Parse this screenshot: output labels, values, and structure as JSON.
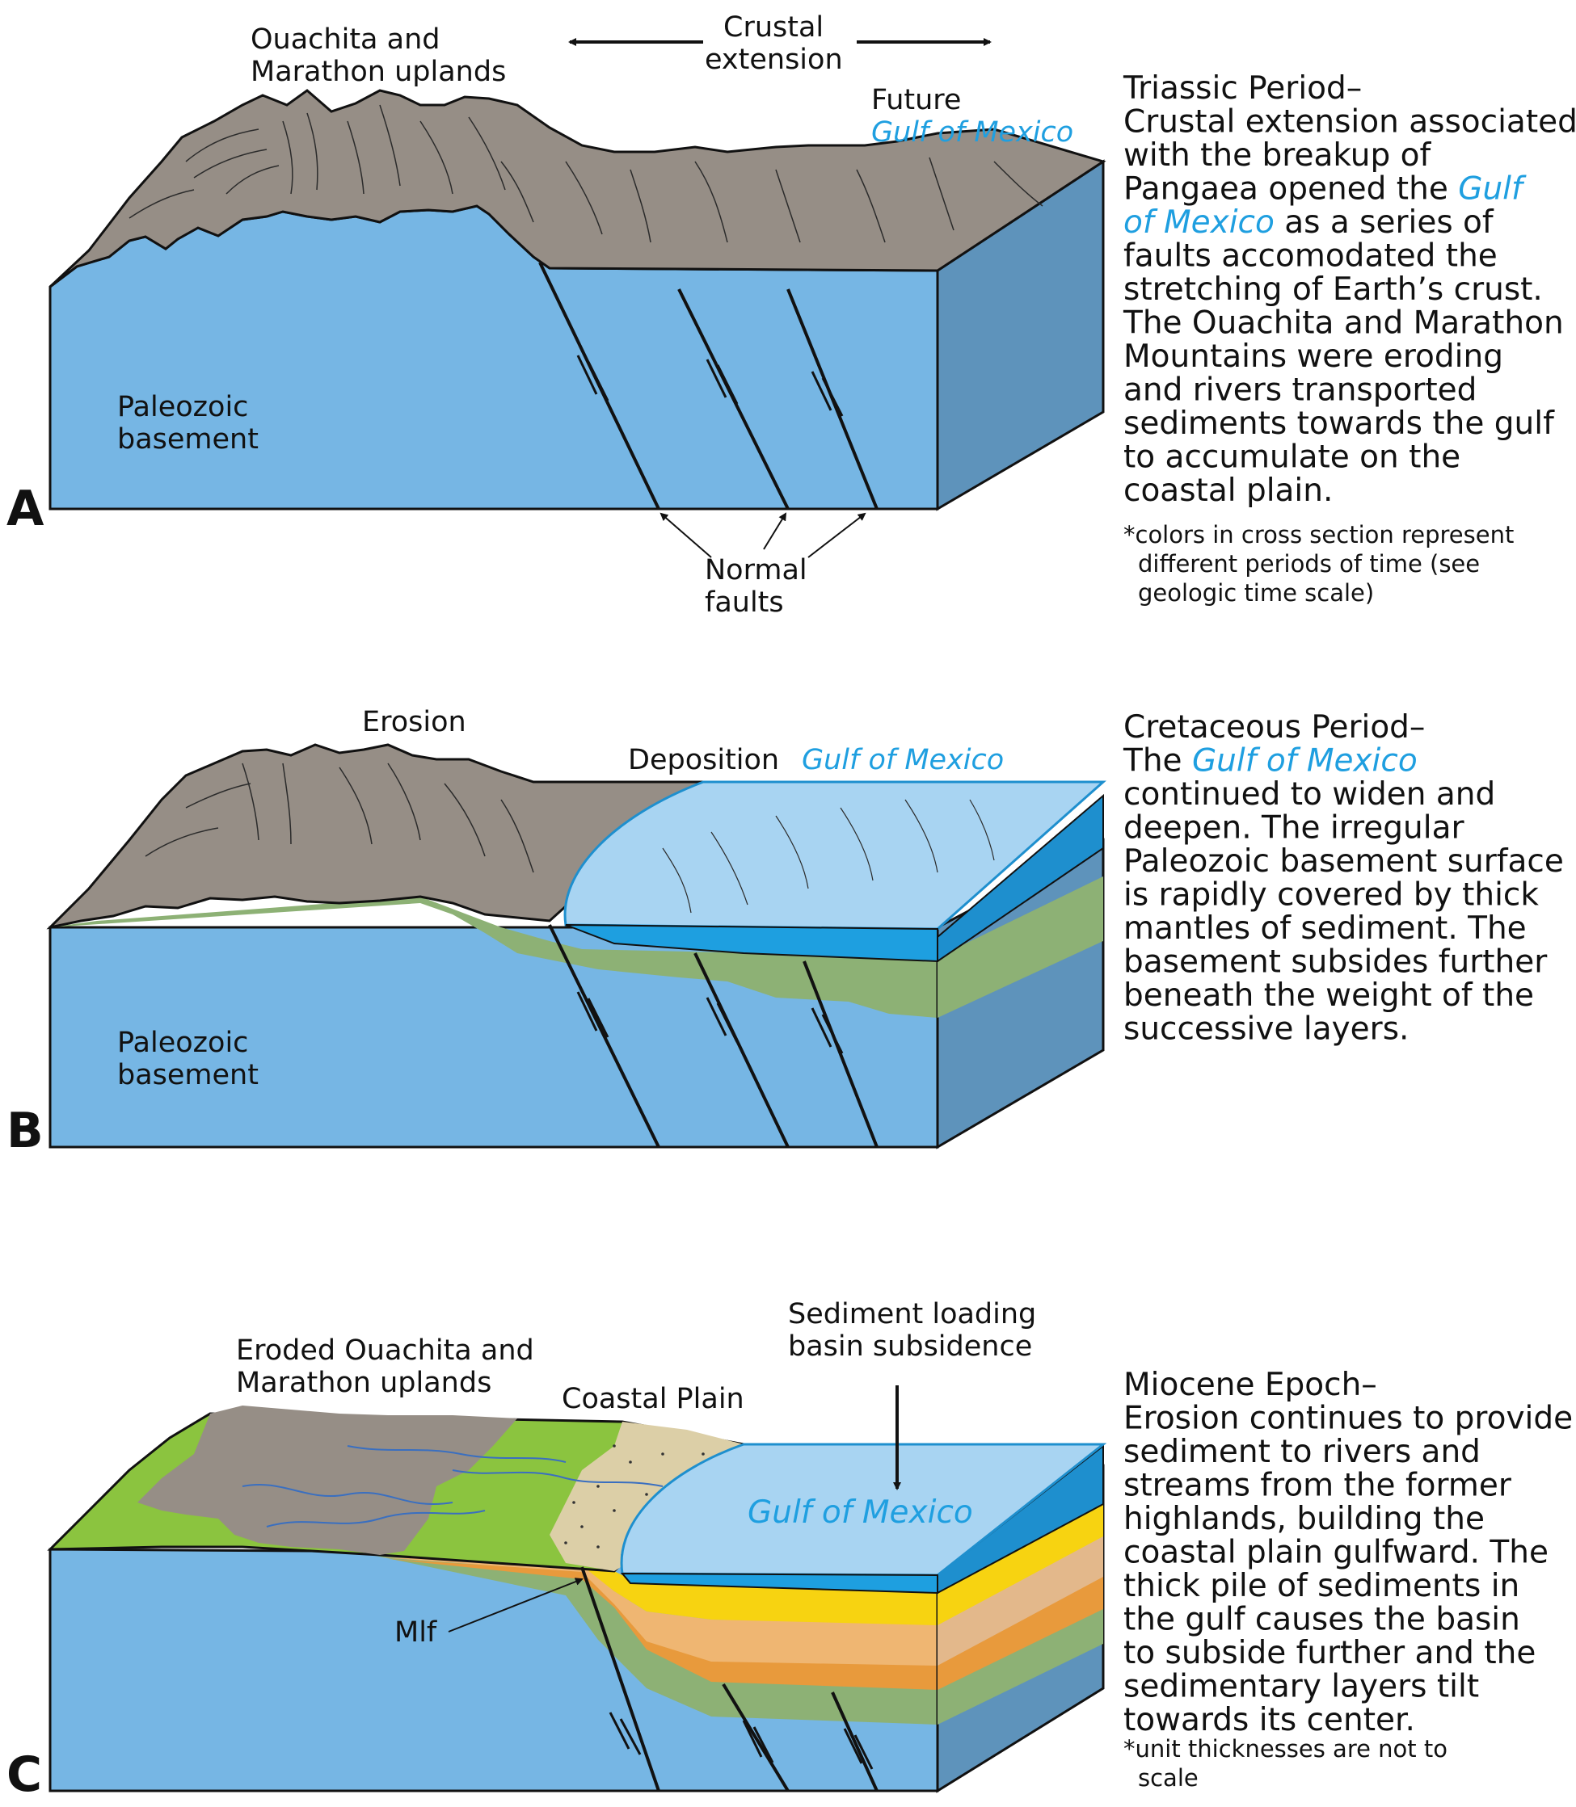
{
  "panels": [
    {
      "letter": "A",
      "labels": {
        "uplands": [
          "Ouachita and",
          "Marathon uplands"
        ],
        "extension": [
          "Crustal",
          "extension"
        ],
        "future": "Future",
        "gulf": "Gulf of Mexico",
        "basement": [
          "Paleozoic",
          "basement"
        ],
        "faults": [
          "Normal",
          "faults"
        ]
      },
      "caption": {
        "lines": [
          [
            {
              "t": "Triassic Period–"
            }
          ],
          [
            {
              "t": "Crustal extension associated"
            }
          ],
          [
            {
              "t": "with the breakup of"
            }
          ],
          [
            {
              "t": "Pangaea opened the "
            },
            {
              "t": "Gulf",
              "hl": true
            }
          ],
          [
            {
              "t": "of Mexico",
              "hl": true
            },
            {
              "t": " as a series of"
            }
          ],
          [
            {
              "t": "faults accomodated the"
            }
          ],
          [
            {
              "t": "stretching of Earth’s crust."
            }
          ],
          [
            {
              "t": "The Ouachita and Marathon"
            }
          ],
          [
            {
              "t": "Mountains were eroding"
            }
          ],
          [
            {
              "t": "and rivers transported"
            }
          ],
          [
            {
              "t": "sediments towards the gulf"
            }
          ],
          [
            {
              "t": "to accumulate on the"
            }
          ],
          [
            {
              "t": "coastal plain."
            }
          ]
        ],
        "note": [
          "*colors in cross section represent",
          "different periods of time (see",
          "geologic time scale)"
        ]
      }
    },
    {
      "letter": "B",
      "labels": {
        "erosion": "Erosion",
        "deposition": "Deposition",
        "gulf": "Gulf of Mexico",
        "basement": [
          "Paleozoic",
          "basement"
        ]
      },
      "caption": {
        "lines": [
          [
            {
              "t": "Cretaceous Period–"
            }
          ],
          [
            {
              "t": "The "
            },
            {
              "t": "Gulf of Mexico",
              "hl": true
            }
          ],
          [
            {
              "t": "continued to widen and"
            }
          ],
          [
            {
              "t": "deepen. The irregular"
            }
          ],
          [
            {
              "t": "Paleozoic basement surface"
            }
          ],
          [
            {
              "t": "is rapidly covered by thick"
            }
          ],
          [
            {
              "t": "mantles of sediment. The"
            }
          ],
          [
            {
              "t": "basement subsides further"
            }
          ],
          [
            {
              "t": "beneath the weight of the"
            }
          ],
          [
            {
              "t": "successive layers."
            }
          ]
        ]
      }
    },
    {
      "letter": "C",
      "labels": {
        "uplands": [
          "Eroded Ouachita and",
          "Marathon uplands"
        ],
        "coastal": "Coastal Plain",
        "loading": [
          "Sediment loading",
          "basin subsidence"
        ],
        "gulf": "Gulf of Mexico",
        "mlf": "Mlf"
      },
      "caption": {
        "lines": [
          [
            {
              "t": "Miocene Epoch–"
            }
          ],
          [
            {
              "t": "Erosion continues to provide"
            }
          ],
          [
            {
              "t": "sediment to rivers and"
            }
          ],
          [
            {
              "t": "streams from the former"
            }
          ],
          [
            {
              "t": "highlands, building the"
            }
          ],
          [
            {
              "t": "coastal plain gulfward. The"
            }
          ],
          [
            {
              "t": "thick pile of sediments in"
            }
          ],
          [
            {
              "t": "the gulf causes the basin"
            }
          ],
          [
            {
              "t": "to subside further and the"
            }
          ],
          [
            {
              "t": "sedimentary layers tilt"
            }
          ],
          [
            {
              "t": "towards its center."
            }
          ]
        ],
        "note": [
          "*unit thicknesses are not to",
          "scale"
        ]
      }
    }
  ],
  "colors": {
    "basement": "#76b6e4",
    "basement_side": "#5e93bb",
    "uplands": "#968e86",
    "gulf_water": "#a8d4f2",
    "gulf_edge": "#23a0df",
    "green_layer": "#8db175",
    "coastal_green": "#8bc43f",
    "sand": "#dccfa7",
    "yellow": "#f7d311",
    "orange_light": "#efb672",
    "orange": "#e89a3c",
    "tan": "#e3b88b",
    "highlight_text": "#1f9fe0"
  }
}
